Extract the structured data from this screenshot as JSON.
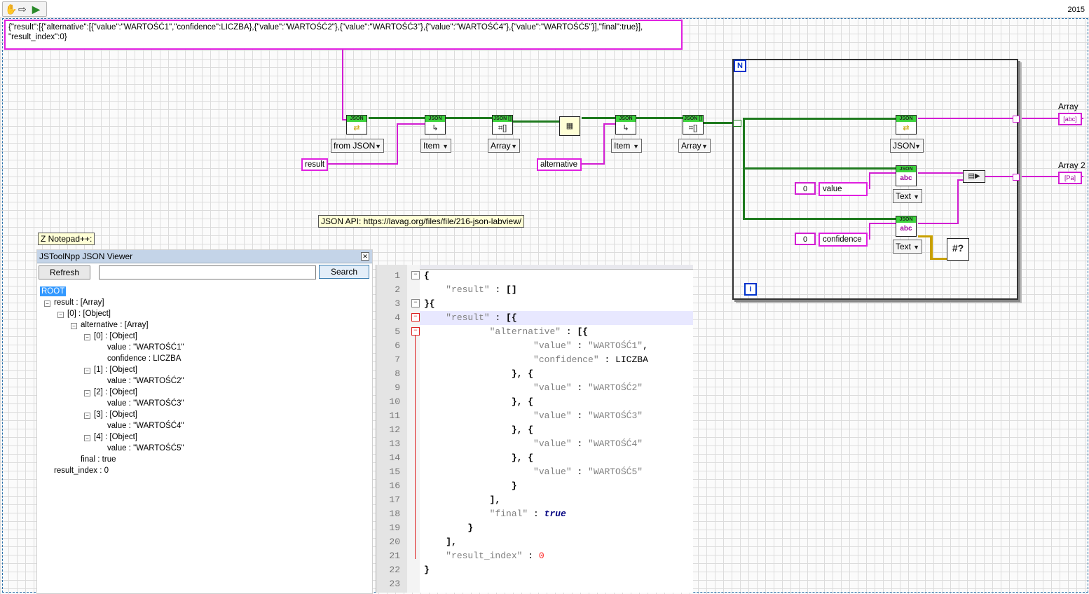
{
  "toolbar": {
    "year": "2015",
    "icons": [
      "hand-tool-icon",
      "arrow-tool-icon",
      "labview-logo-icon"
    ]
  },
  "input_string": {
    "line1": "{\"result\":[{\"alternative\":[{\"value\":\"WARTOŚĆ1\",\"confidence\":LICZBA},{\"value\":\"WARTOŚĆ2\"},{\"value\":\"WARTOŚĆ3\"},{\"value\":\"WARTOŚĆ4\"},{\"value\":\"WARTOŚĆ5\"}],\"final\":true}],",
    "line2": "\"result_index\":0}"
  },
  "diagram": {
    "constants": {
      "result": "result",
      "alternative": "alternative",
      "value": "value",
      "confidence": "confidence",
      "zero1": "0",
      "zero2": "0"
    },
    "rings": {
      "from_json": "from JSON",
      "item1": "Item",
      "array1": "Array",
      "item2": "Item",
      "array2": "Array",
      "json": "JSON",
      "text1": "Text",
      "text2": "Text"
    },
    "node_header": "JSON",
    "node_header_array": "JSON []",
    "indicators": {
      "array": "Array",
      "array2": "Array 2",
      "array_glyph": "[abc]",
      "array2_glyph": "[Pa]"
    },
    "loop_n": "N",
    "loop_i": "i",
    "api_note": "JSON API: https://lavag.org/files/file/216-json-labview/",
    "notepad_note": "Z Notepad++:"
  },
  "viewer": {
    "title": "JSToolNpp JSON Viewer",
    "refresh": "Refresh",
    "search": "Search",
    "search_value": "",
    "tree": [
      "ROOT",
      "result : [Array]",
      "[0] : [Object]",
      "alternative : [Array]",
      "[0] : [Object]",
      "value : \"WARTOŚĆ1\"",
      "confidence : LICZBA",
      "[1] : [Object]",
      "value : \"WARTOŚĆ2\"",
      "[2] : [Object]",
      "value : \"WARTOŚĆ3\"",
      "[3] : [Object]",
      "value : \"WARTOŚĆ4\"",
      "[4] : [Object]",
      "value : \"WARTOŚĆ5\"",
      "final : true",
      "result_index : 0"
    ]
  },
  "editor": {
    "line_numbers": [
      "1",
      "2",
      "3",
      "4",
      "5",
      "6",
      "7",
      "8",
      "9",
      "10",
      "11",
      "12",
      "13",
      "14",
      "15",
      "16",
      "17",
      "18",
      "19",
      "20",
      "21",
      "22",
      "23"
    ],
    "lines": [
      {
        "ind": "",
        "parts": [
          [
            "p",
            "{"
          ]
        ]
      },
      {
        "ind": "    ",
        "parts": [
          [
            "k",
            "\"result\""
          ],
          [
            "bare",
            " : "
          ],
          [
            "p",
            "[]"
          ]
        ]
      },
      {
        "ind": "",
        "parts": [
          [
            "p",
            "}{"
          ]
        ]
      },
      {
        "ind": "    ",
        "parts": [
          [
            "k",
            "\"result\""
          ],
          [
            "bare",
            " : "
          ],
          [
            "p",
            "[{"
          ]
        ]
      },
      {
        "ind": "            ",
        "parts": [
          [
            "k",
            "\"alternative\""
          ],
          [
            "bare",
            " : "
          ],
          [
            "p",
            "[{"
          ]
        ]
      },
      {
        "ind": "                    ",
        "parts": [
          [
            "k",
            "\"value\""
          ],
          [
            "bare",
            " : "
          ],
          [
            "v",
            "\"WARTOŚĆ1\""
          ],
          [
            "bare",
            ","
          ]
        ]
      },
      {
        "ind": "                    ",
        "parts": [
          [
            "k",
            "\"confidence\""
          ],
          [
            "bare",
            " : "
          ],
          [
            "bare",
            "LICZBA"
          ]
        ]
      },
      {
        "ind": "                ",
        "parts": [
          [
            "p",
            "}, {"
          ]
        ]
      },
      {
        "ind": "                    ",
        "parts": [
          [
            "k",
            "\"value\""
          ],
          [
            "bare",
            " : "
          ],
          [
            "v",
            "\"WARTOŚĆ2\""
          ]
        ]
      },
      {
        "ind": "                ",
        "parts": [
          [
            "p",
            "}, {"
          ]
        ]
      },
      {
        "ind": "                    ",
        "parts": [
          [
            "k",
            "\"value\""
          ],
          [
            "bare",
            " : "
          ],
          [
            "v",
            "\"WARTOŚĆ3\""
          ]
        ]
      },
      {
        "ind": "                ",
        "parts": [
          [
            "p",
            "}, {"
          ]
        ]
      },
      {
        "ind": "                    ",
        "parts": [
          [
            "k",
            "\"value\""
          ],
          [
            "bare",
            " : "
          ],
          [
            "v",
            "\"WARTOŚĆ4\""
          ]
        ]
      },
      {
        "ind": "                ",
        "parts": [
          [
            "p",
            "}, {"
          ]
        ]
      },
      {
        "ind": "                    ",
        "parts": [
          [
            "k",
            "\"value\""
          ],
          [
            "bare",
            " : "
          ],
          [
            "v",
            "\"WARTOŚĆ5\""
          ]
        ]
      },
      {
        "ind": "                ",
        "parts": [
          [
            "p",
            "}"
          ]
        ]
      },
      {
        "ind": "            ",
        "parts": [
          [
            "p",
            "],"
          ]
        ]
      },
      {
        "ind": "            ",
        "parts": [
          [
            "k",
            "\"final\""
          ],
          [
            "bare",
            " : "
          ],
          [
            "kw",
            "true"
          ]
        ]
      },
      {
        "ind": "        ",
        "parts": [
          [
            "p",
            "}"
          ]
        ]
      },
      {
        "ind": "    ",
        "parts": [
          [
            "p",
            "],"
          ]
        ]
      },
      {
        "ind": "    ",
        "parts": [
          [
            "k",
            "\"result_index\""
          ],
          [
            "bare",
            " : "
          ],
          [
            "num",
            "0"
          ]
        ]
      },
      {
        "ind": "",
        "parts": [
          [
            "p",
            "}"
          ]
        ]
      },
      {
        "ind": "",
        "parts": []
      }
    ]
  },
  "colors": {
    "string_wire": "#d21ed2",
    "json_wire": "#1e7a1e",
    "loop_terminal": "#0033cc"
  }
}
